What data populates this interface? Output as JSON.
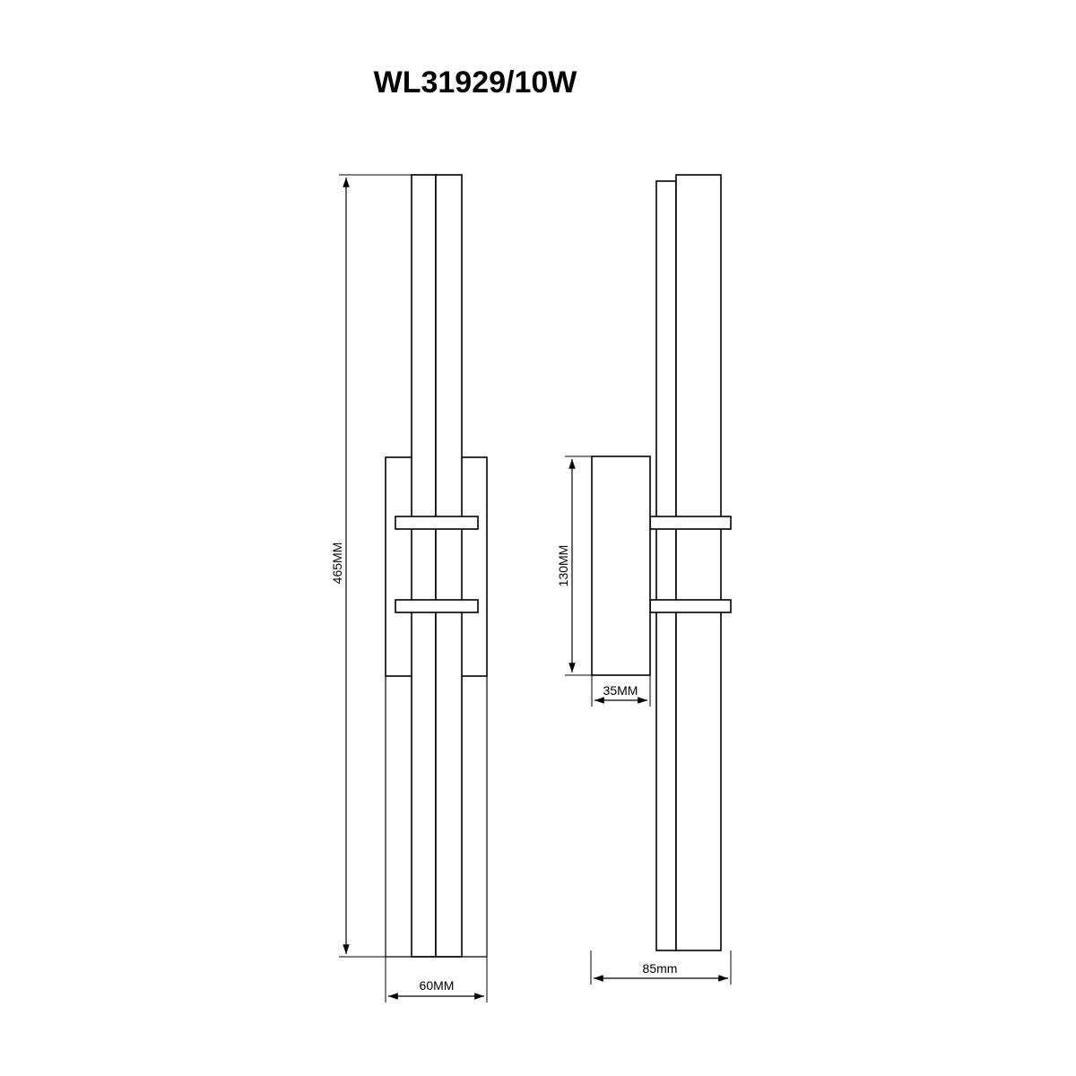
{
  "title": "WL31929/10W",
  "dimensions": {
    "height": "465MM",
    "front_width": "60MM",
    "backplate_height": "130MM",
    "backplate_depth": "35MM",
    "total_depth": "85mm"
  }
}
